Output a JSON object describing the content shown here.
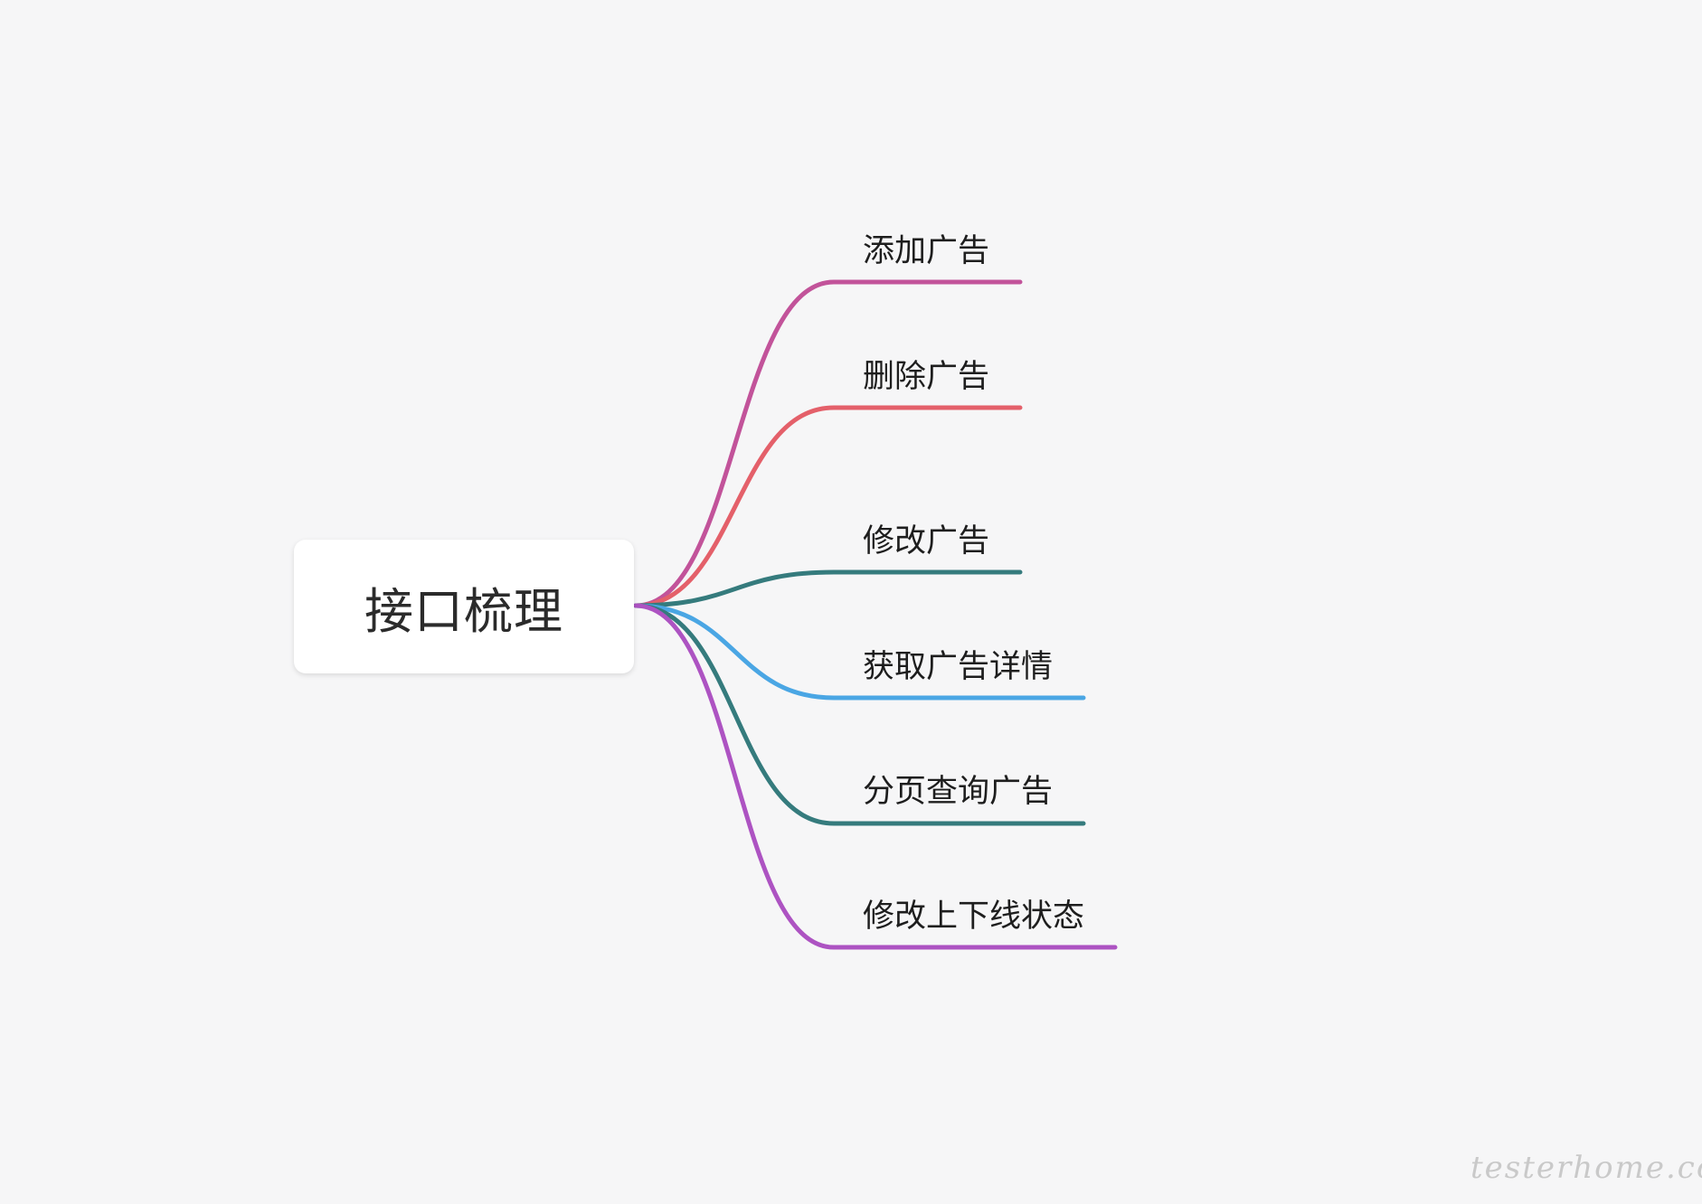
{
  "root": {
    "label": "接口梳理"
  },
  "branches": [
    {
      "label": "添加广告",
      "color": "#c2539a"
    },
    {
      "label": "删除广告",
      "color": "#e4606a"
    },
    {
      "label": "修改广告",
      "color": "#357b7d"
    },
    {
      "label": "获取广告详情",
      "color": "#4aa6e4"
    },
    {
      "label": "分页查询广告",
      "color": "#357b7d"
    },
    {
      "label": "修改上下线状态",
      "color": "#ad53c2"
    }
  ],
  "watermark": "testerhome.com"
}
